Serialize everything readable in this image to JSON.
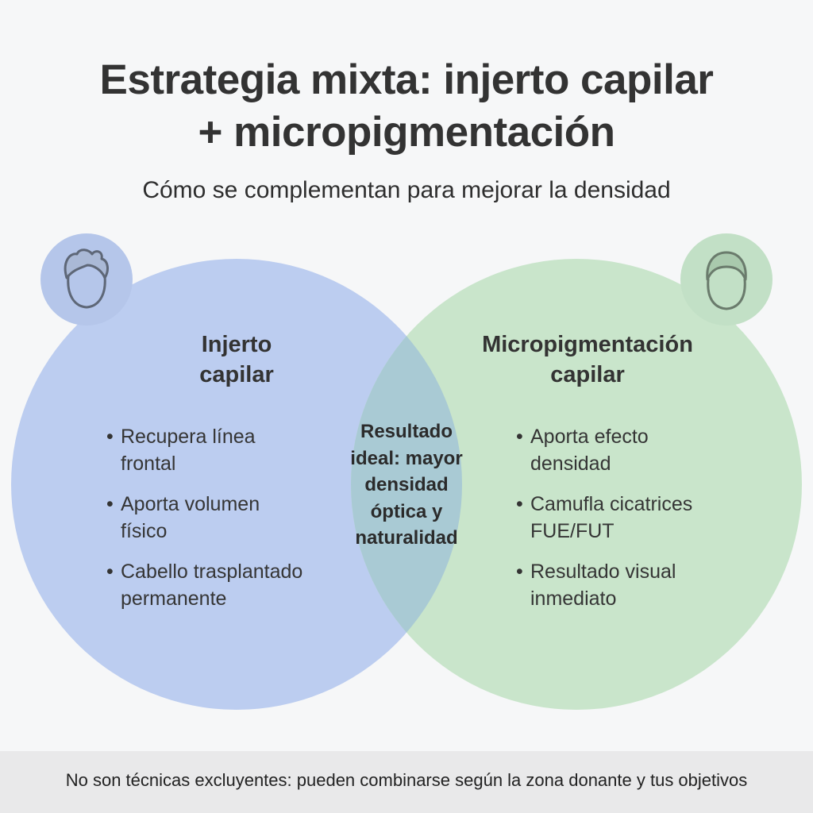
{
  "title": {
    "line1": "Estrategia mixta: injerto capilar",
    "line2": "+ micropigmentación"
  },
  "subtitle": "Cómo se complementan para mejorar la densidad",
  "left": {
    "heading": [
      "Injerto",
      "capilar"
    ],
    "items": [
      [
        "Recupera línea",
        "frontal"
      ],
      [
        "Aporta volumen",
        "físico"
      ],
      [
        "Cabello trasplantado",
        "permanente"
      ]
    ],
    "icon": "hair-head-icon",
    "color": "#bccdf0"
  },
  "right": {
    "heading": [
      "Micropigmentación",
      "capilar"
    ],
    "items": [
      [
        "Aporta efecto",
        "densidad"
      ],
      [
        "Camufla cicatrices",
        "FUE/FUT"
      ],
      [
        "Resultado visual",
        "inmediato"
      ]
    ],
    "icon": "shaved-head-icon",
    "color": "#c9e5cb"
  },
  "overlap": {
    "lines": [
      "Resultado",
      "ideal: mayor",
      "densidad",
      "óptica y",
      "naturalidad"
    ],
    "color": "#a9cad4"
  },
  "footer": "No son técnicas excluyentes: pueden combinarse según la zona donante y tus objetivos"
}
